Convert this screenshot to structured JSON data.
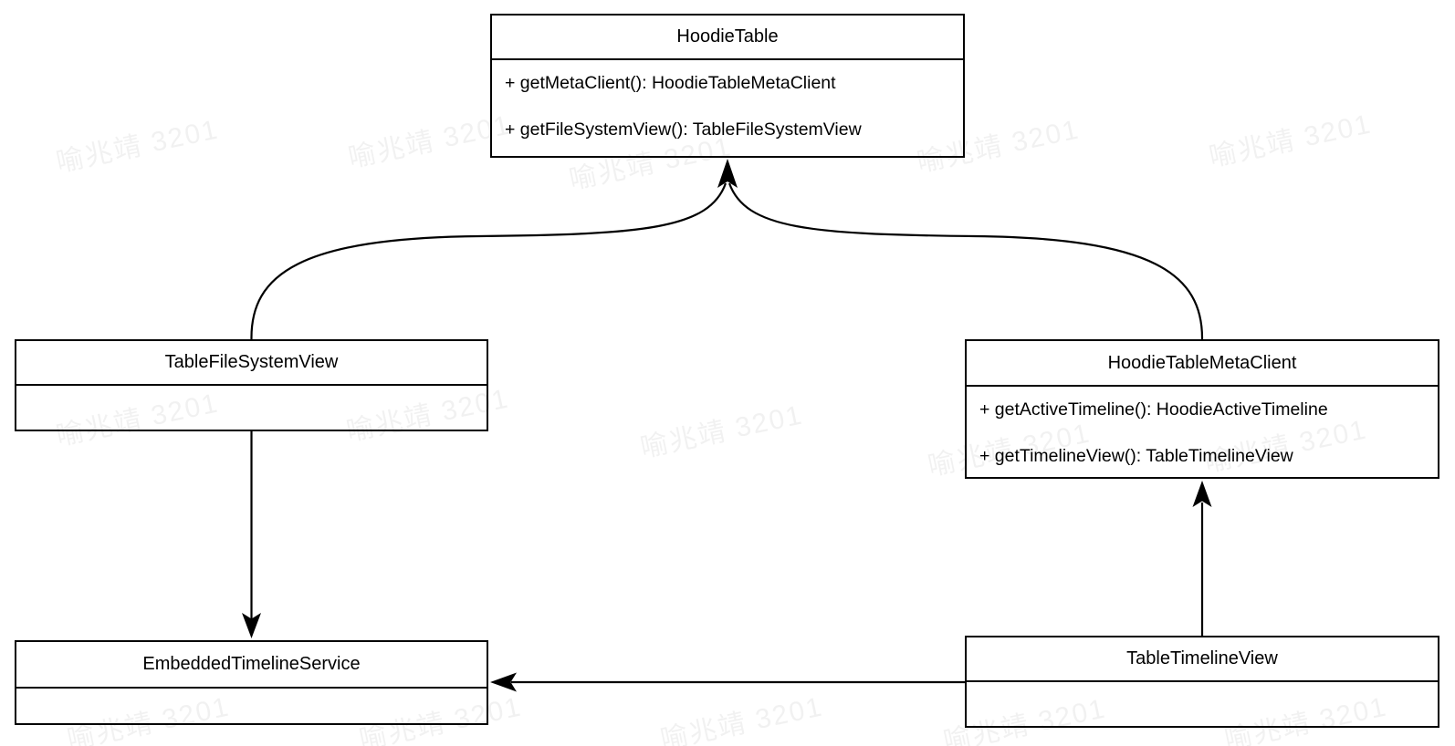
{
  "watermark": {
    "text": "喻兆靖 3201",
    "color": "rgba(0,0,0,0.055)"
  },
  "colors": {
    "line": "#000000",
    "background": "#ffffff",
    "text": "#000000"
  },
  "classes": {
    "hoodie_table": {
      "name": "HoodieTable",
      "methods": [
        "+ getMetaClient(): HoodieTableMetaClient",
        "+ getFileSystemView(): TableFileSystemView"
      ]
    },
    "table_file_system_view": {
      "name": "TableFileSystemView",
      "methods": []
    },
    "hoodie_table_meta_client": {
      "name": "HoodieTableMetaClient",
      "methods": [
        "+ getActiveTimeline(): HoodieActiveTimeline",
        "+ getTimelineView(): TableTimelineView"
      ]
    },
    "embedded_timeline_service": {
      "name": "EmbeddedTimelineService",
      "methods": []
    },
    "table_timeline_view": {
      "name": "TableTimelineView",
      "methods": []
    }
  },
  "edges": [
    {
      "from": "TableFileSystemView",
      "to": "HoodieTable",
      "style": "curved-line-solid-arrowhead"
    },
    {
      "from": "HoodieTableMetaClient",
      "to": "HoodieTable",
      "style": "curved-line-solid-arrowhead"
    },
    {
      "from": "TableFileSystemView",
      "to": "EmbeddedTimelineService",
      "style": "straight-line-solid-arrowhead"
    },
    {
      "from": "TableTimelineView",
      "to": "HoodieTableMetaClient",
      "style": "straight-line-solid-arrowhead"
    },
    {
      "from": "TableTimelineView",
      "to": "EmbeddedTimelineService",
      "style": "straight-line-solid-arrowhead"
    }
  ]
}
